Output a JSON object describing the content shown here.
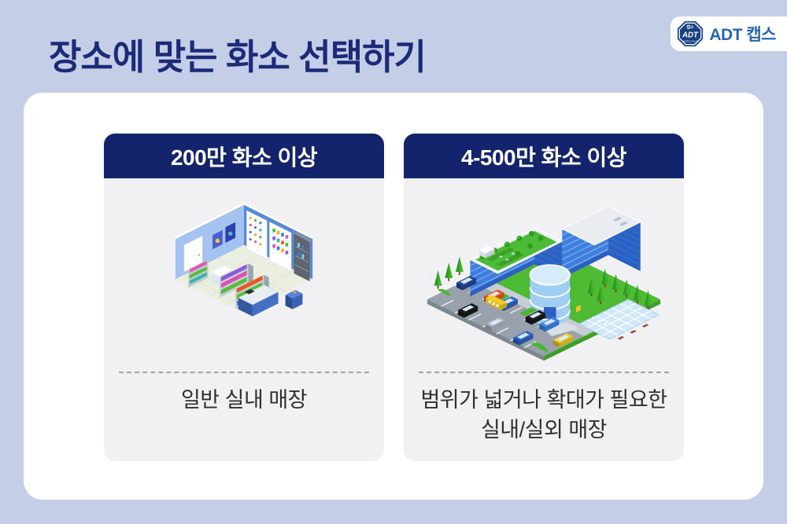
{
  "page": {
    "title": "장소에 맞는 화소 선택하기"
  },
  "logo": {
    "brand": "ADT 캡스",
    "badge_top": "캡스",
    "badge_main": "ADT",
    "badge_bottom": "WORLD No.1"
  },
  "cards": [
    {
      "header": "200만 화소 이상",
      "caption_lines": [
        "일반 실내 매장"
      ],
      "illustration": "indoor-store"
    },
    {
      "header": "4-500만 화소 이상",
      "caption_lines": [
        "범위가 넓거나 확대가 필요한",
        "실내/실외 매장"
      ],
      "illustration": "wide-indoor-outdoor-building"
    }
  ],
  "colors": {
    "background": "#C5CEE7",
    "title_navy": "#1B2B78",
    "card_header_navy": "#14246C",
    "card_body_gray": "#F1F1F4",
    "logo_blue": "#2767B1",
    "divider_gray": "#A4A4A4"
  }
}
